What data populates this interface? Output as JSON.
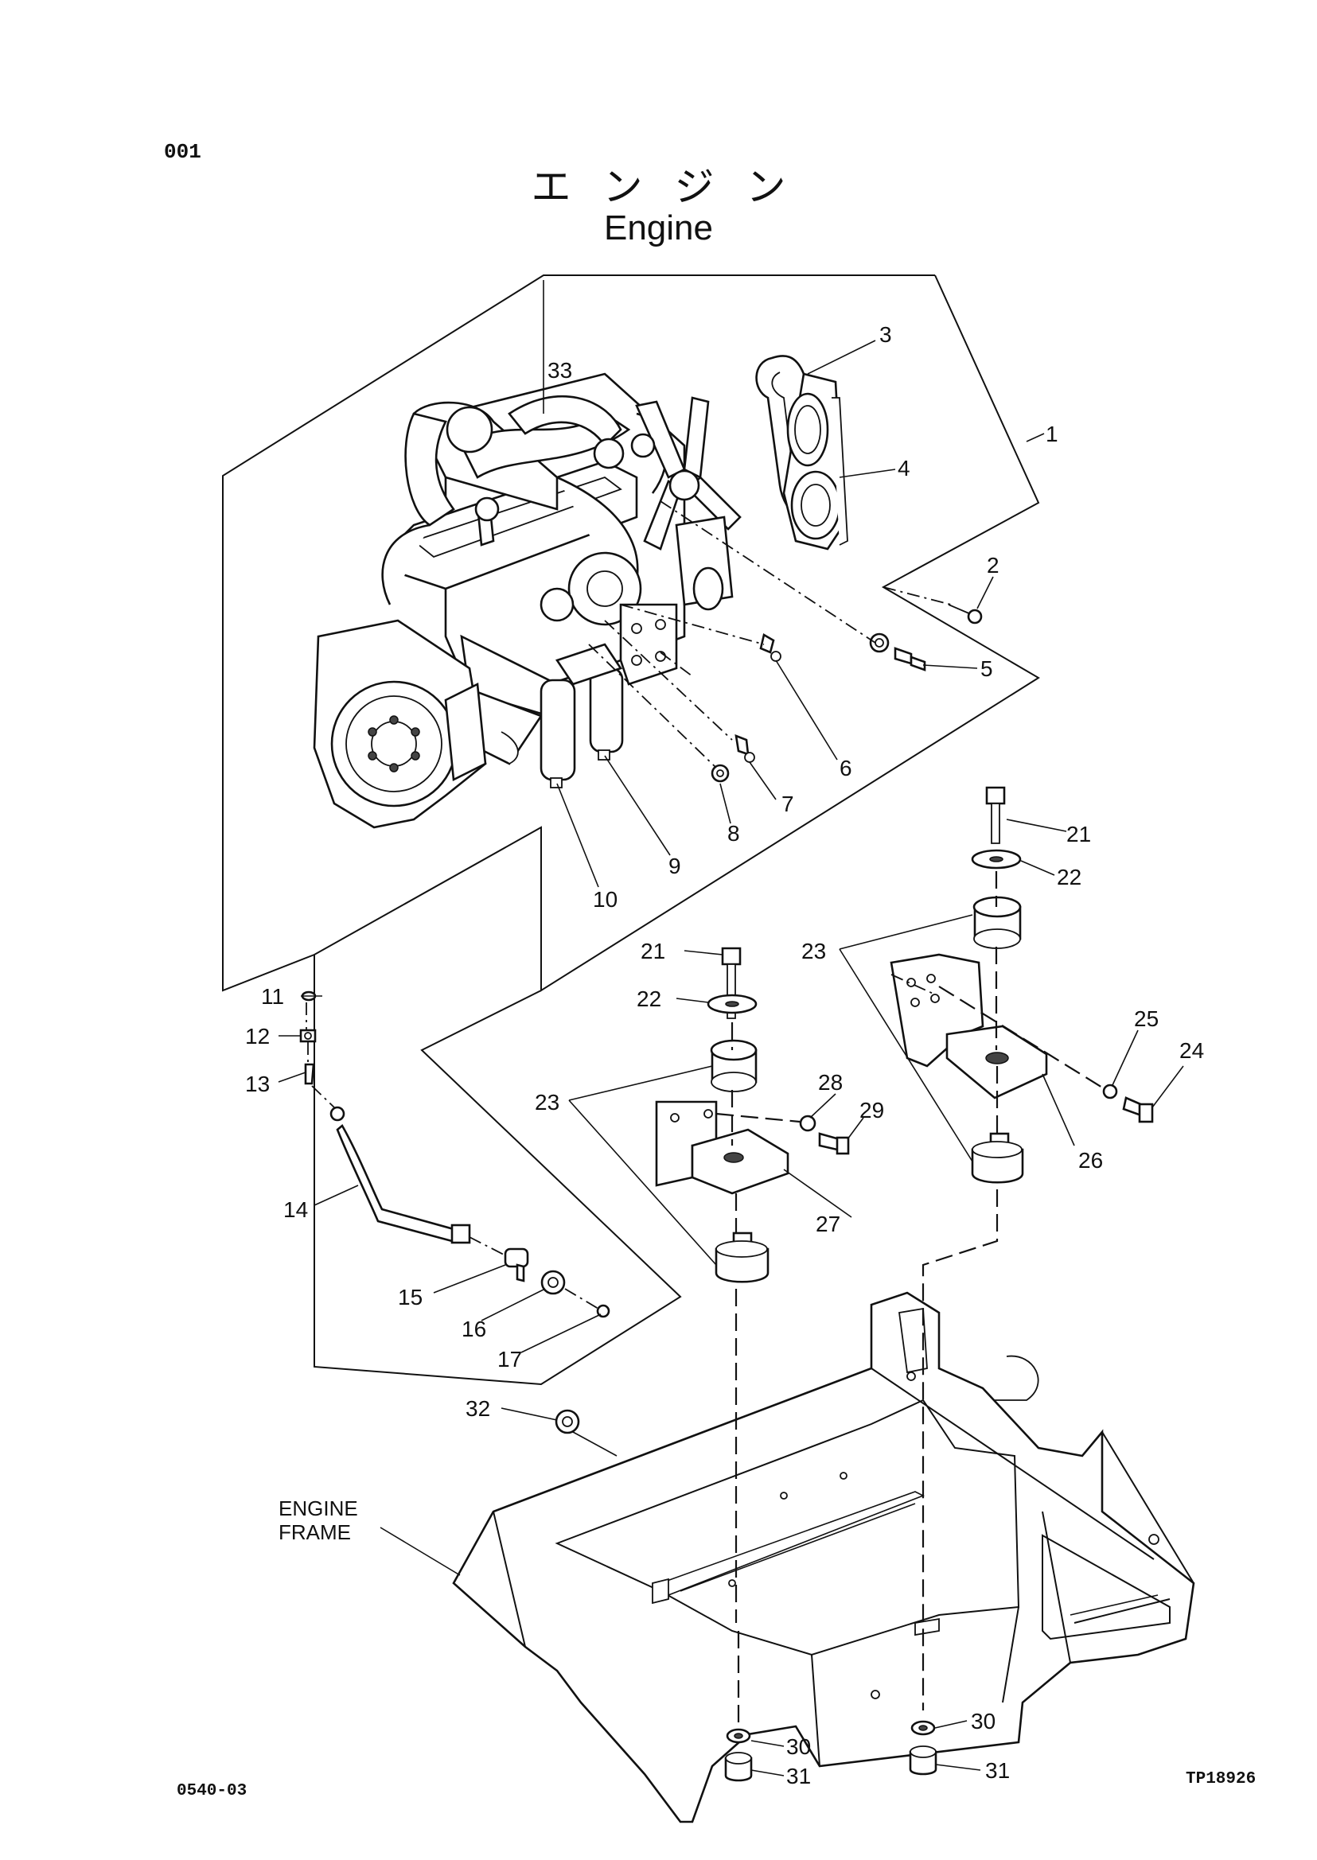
{
  "page_number": "001",
  "title_jp": "エンジン",
  "title_en": "Engine",
  "footer_left": "0540-03",
  "footer_right": "TP18926",
  "frame_label_line1": "ENGINE",
  "frame_label_line2": "FRAME",
  "callouts": [
    {
      "id": "c1",
      "text": "1"
    },
    {
      "id": "c2",
      "text": "2"
    },
    {
      "id": "c3",
      "text": "3"
    },
    {
      "id": "c4",
      "text": "4"
    },
    {
      "id": "c5",
      "text": "5"
    },
    {
      "id": "c6",
      "text": "6"
    },
    {
      "id": "c7",
      "text": "7"
    },
    {
      "id": "c8",
      "text": "8"
    },
    {
      "id": "c9",
      "text": "9"
    },
    {
      "id": "c10",
      "text": "10"
    },
    {
      "id": "c11",
      "text": "11"
    },
    {
      "id": "c12",
      "text": "12"
    },
    {
      "id": "c13",
      "text": "13"
    },
    {
      "id": "c14",
      "text": "14"
    },
    {
      "id": "c15",
      "text": "15"
    },
    {
      "id": "c16",
      "text": "16"
    },
    {
      "id": "c17",
      "text": "17"
    },
    {
      "id": "c21a",
      "text": "21"
    },
    {
      "id": "c21b",
      "text": "21"
    },
    {
      "id": "c22a",
      "text": "22"
    },
    {
      "id": "c22b",
      "text": "22"
    },
    {
      "id": "c23a",
      "text": "23"
    },
    {
      "id": "c23b",
      "text": "23"
    },
    {
      "id": "c24",
      "text": "24"
    },
    {
      "id": "c25",
      "text": "25"
    },
    {
      "id": "c26",
      "text": "26"
    },
    {
      "id": "c27",
      "text": "27"
    },
    {
      "id": "c28",
      "text": "28"
    },
    {
      "id": "c29",
      "text": "29"
    },
    {
      "id": "c30a",
      "text": "30"
    },
    {
      "id": "c30b",
      "text": "30"
    },
    {
      "id": "c31a",
      "text": "31"
    },
    {
      "id": "c31b",
      "text": "31"
    },
    {
      "id": "c32",
      "text": "32"
    },
    {
      "id": "c33",
      "text": "33"
    }
  ]
}
